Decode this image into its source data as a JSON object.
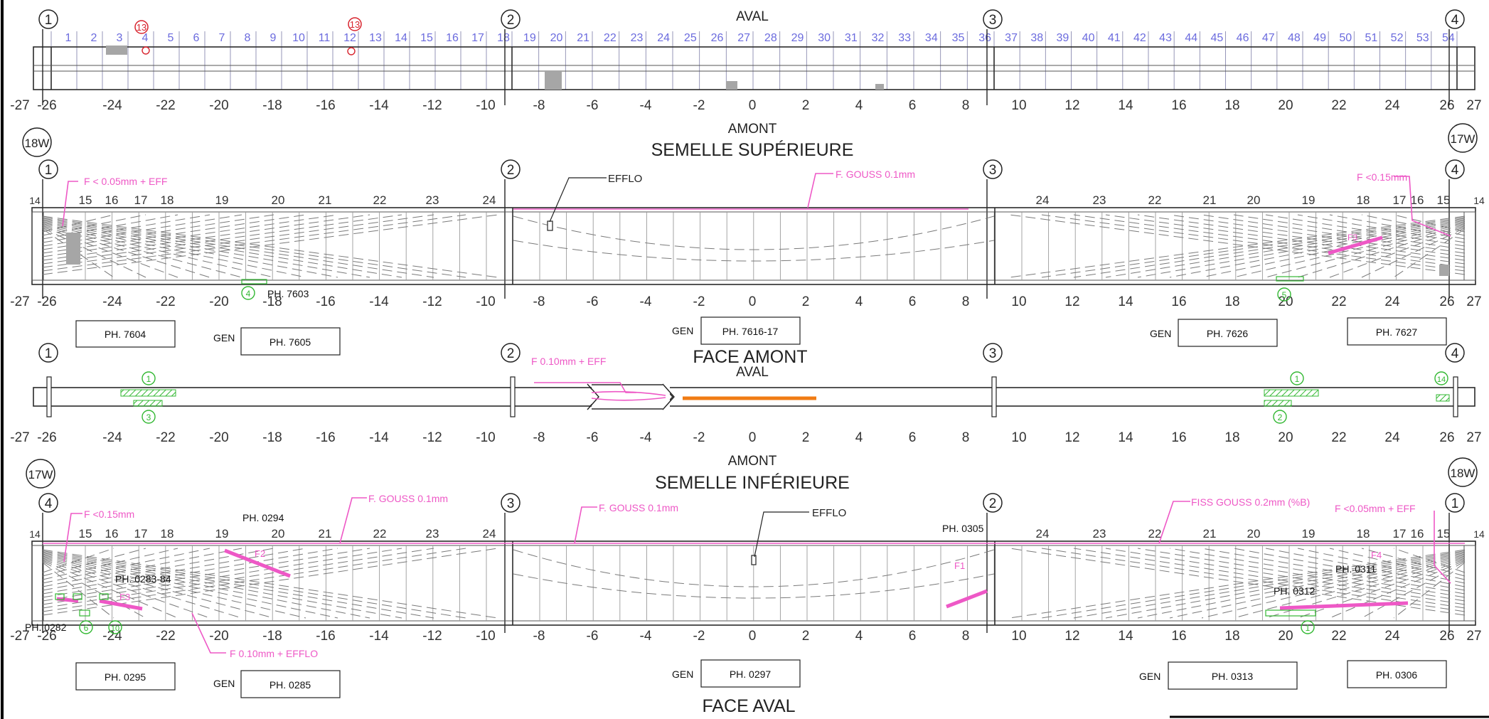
{
  "colors": {
    "crack": "#ee58c6",
    "marker_green": "#33b833",
    "marker_red": "#d8242e",
    "bay_number_blue": "#6b6bde",
    "orange_bar": "#f07c14",
    "gray_patch": "#a6a6a6",
    "line": "#2a2a2a"
  },
  "axis_labels": [
    "1",
    "2",
    "3",
    "4"
  ],
  "axis_labels_bottom": [
    "4",
    "3",
    "2",
    "1"
  ],
  "station_ticks": [
    "-27",
    "-26",
    "-24",
    "-22",
    "-20",
    "-18",
    "-16",
    "-14",
    "-12",
    "-10",
    "-8",
    "-6",
    "-4",
    "-2",
    "0",
    "2",
    "4",
    "6",
    "8",
    "10",
    "12",
    "14",
    "16",
    "18",
    "20",
    "22",
    "24",
    "26",
    "27"
  ],
  "top_section": {
    "label_aval": "AVAL",
    "label_amont": "AMONT",
    "title": "SEMELLE SUPÉRIEURE",
    "bay_numbers": [
      "1",
      "2",
      "3",
      "4",
      "5",
      "6",
      "7",
      "8",
      "9",
      "10",
      "11",
      "12",
      "13",
      "14",
      "15",
      "16",
      "17",
      "18",
      "19",
      "20",
      "21",
      "22",
      "23",
      "24",
      "25",
      "26",
      "27",
      "28",
      "29",
      "30",
      "31",
      "32",
      "33",
      "34",
      "35",
      "36",
      "37",
      "38",
      "39",
      "40",
      "41",
      "42",
      "43",
      "44",
      "45",
      "46",
      "47",
      "48",
      "49",
      "50",
      "51",
      "52",
      "53",
      "54"
    ],
    "red_markers": [
      "13",
      "13"
    ]
  },
  "face_amont": {
    "pier_left": "18W",
    "pier_right": "17W",
    "stiffeners_left": [
      "14",
      "15",
      "16",
      "17",
      "18",
      "19",
      "20",
      "21",
      "22",
      "23",
      "24"
    ],
    "stiffeners_right": [
      "24",
      "23",
      "22",
      "21",
      "20",
      "19",
      "18",
      "17",
      "16",
      "15",
      "14"
    ],
    "notes": {
      "crack_left": "F < 0.05mm + EFF",
      "efflo": "EFFLO",
      "gouss": "F. GOUSS 0.1mm",
      "crack_right": "F <0.15mm",
      "photo_7603": "PH. 7603",
      "f3": "F3"
    },
    "green_markers": [
      "4",
      "5"
    ],
    "photos": [
      {
        "label": "PH. 7604",
        "prefix": ""
      },
      {
        "label": "PH. 7605",
        "prefix": "GEN"
      },
      {
        "label": "PH. 7616-17",
        "prefix": "GEN"
      },
      {
        "label": "PH. 7626",
        "prefix": "GEN"
      },
      {
        "label": "PH. 7627",
        "prefix": ""
      }
    ],
    "title": "FACE AMONT"
  },
  "bottom_flange": {
    "label_aval": "AVAL",
    "label_amont": "AMONT",
    "title": "SEMELLE INFÉRIEURE",
    "crack_note": "F 0.10mm + EFF",
    "green_markers": [
      "1",
      "3",
      "1",
      "2",
      "14"
    ]
  },
  "face_aval": {
    "pier_left": "17W",
    "pier_right": "18W",
    "stiffeners_left": [
      "14",
      "15",
      "16",
      "17",
      "18",
      "19",
      "20",
      "21",
      "22",
      "23",
      "24"
    ],
    "stiffeners_right": [
      "24",
      "23",
      "22",
      "21",
      "20",
      "19",
      "18",
      "17",
      "16",
      "15",
      "14"
    ],
    "notes": {
      "crack_left": "F <0.15mm",
      "gouss_a": "F. GOUSS 0.1mm",
      "gouss_b": "F. GOUSS 0.1mm",
      "efflo": "EFFLO",
      "fiss_gouss": "FISS GOUSS 0.2mm (%B)",
      "crack_right": "F <0.05mm + EFF",
      "bottom_crack": "F 0.10mm + EFFLO",
      "ph_0294": "PH. 0294",
      "ph_0305": "PH. 0305",
      "ph_0283": "PH. 0283-84",
      "ph_0282": "PH. 0282",
      "ph_0311": "PH. 0311",
      "ph_0312": "PH. 0312",
      "f1": "F1",
      "f2": "F2",
      "f3": "F3",
      "f4": "F4"
    },
    "green_markers": [
      "6",
      "10",
      "1"
    ],
    "photos": [
      {
        "label": "PH. 0295",
        "prefix": ""
      },
      {
        "label": "PH. 0285",
        "prefix": "GEN"
      },
      {
        "label": "PH. 0297",
        "prefix": "GEN"
      },
      {
        "label": "PH. 0313",
        "prefix": "GEN"
      },
      {
        "label": "PH. 0306",
        "prefix": ""
      }
    ],
    "title": "FACE AVAL"
  }
}
